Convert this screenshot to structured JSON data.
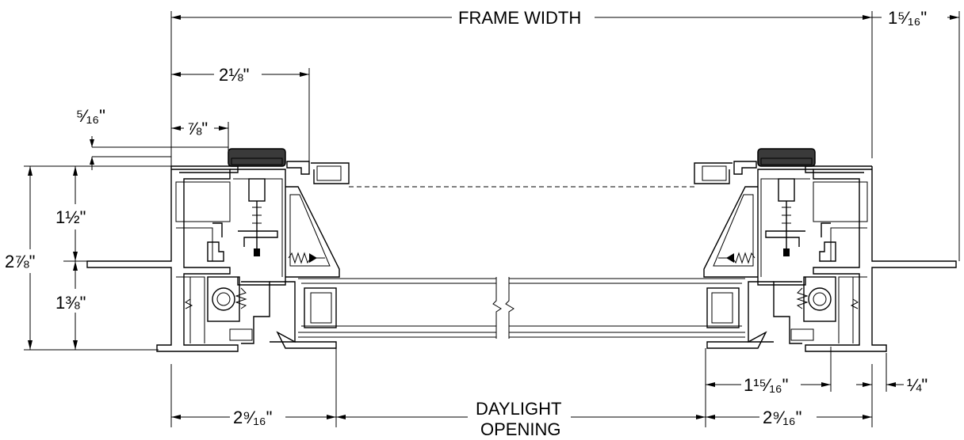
{
  "dimensions": {
    "frame_width": "FRAME WIDTH",
    "top_right": "1⁵⁄₁₆\"",
    "two_eighth": "2⅛\"",
    "five_sixteenth": "⁵⁄₁₆\"",
    "seven_eighth": "⅞\"",
    "one_half": "1½\"",
    "two_seven_eighth": "2⅞\"",
    "one_three_eighth": "1⅜\"",
    "bottom_left": "2⁹⁄₁₆\"",
    "daylight_line1": "DAYLIGHT",
    "daylight_line2": "OPENING",
    "bottom_right": "2⁹⁄₁₆\"",
    "one_fifteen_sixteenth": "1¹⁵⁄₁₆\"",
    "one_quarter": "¼\""
  }
}
